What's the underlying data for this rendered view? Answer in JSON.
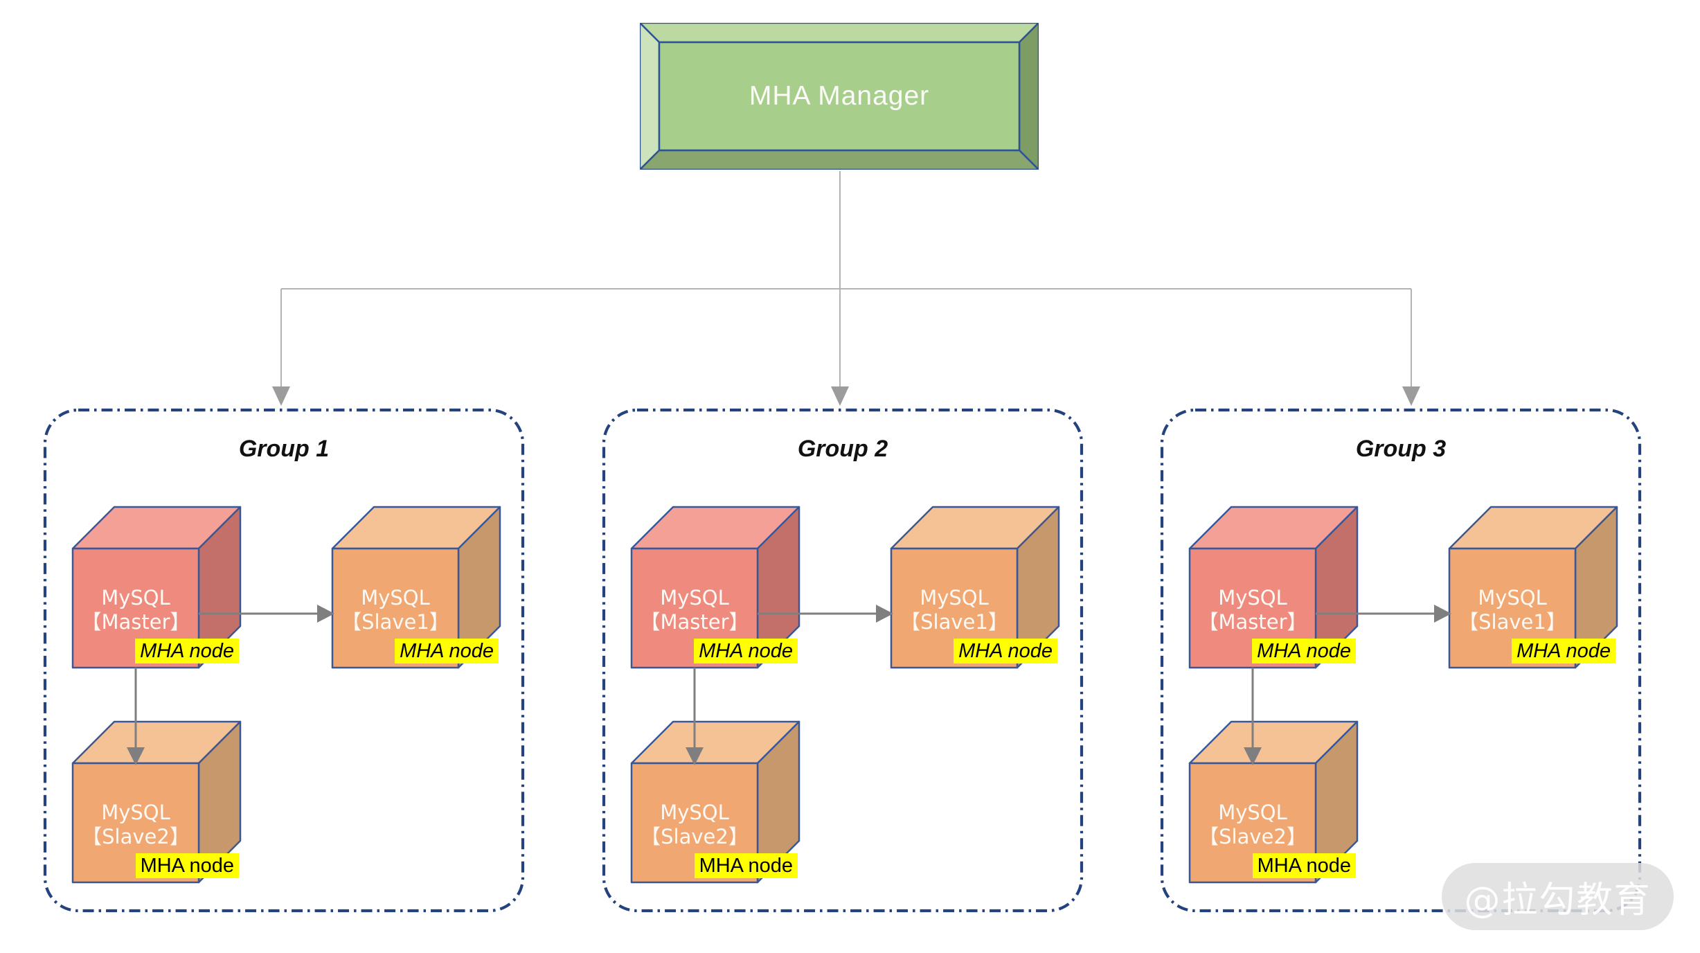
{
  "manager": {
    "label": "MHA Manager"
  },
  "watermark": {
    "text": "@拉勾教育"
  },
  "colors": {
    "manager_face": "#a8ce8c",
    "manager_bevel_top": "#bcd9a2",
    "manager_bevel_left": "#cde3bb",
    "manager_bevel_right": "#7e9d64",
    "manager_bevel_bottom": "#88a66e",
    "outline_navy": "#2e5394",
    "group_border": "#24427e",
    "master_front": "#ee8b7e",
    "master_top": "#f4a096",
    "master_side": "#c4706a",
    "slave_front": "#f0a772",
    "slave_top": "#f5c295",
    "slave_side": "#c6986b",
    "badge_bg": "#ffff00",
    "arrow_gray": "#7f7f7f",
    "connector_gray": "#b3b3b3"
  },
  "groups": [
    {
      "title": "Group 1",
      "nodes": {
        "master": {
          "line1": "MySQL",
          "line2": "【Master】",
          "badge": "MHA node"
        },
        "slave1": {
          "line1": "MySQL",
          "line2": "【Slave1】",
          "badge": "MHA node"
        },
        "slave2": {
          "line1": "MySQL",
          "line2": "【Slave2】",
          "badge": "MHA node"
        }
      }
    },
    {
      "title": "Group 2",
      "nodes": {
        "master": {
          "line1": "MySQL",
          "line2": "【Master】",
          "badge": "MHA node"
        },
        "slave1": {
          "line1": "MySQL",
          "line2": "【Slave1】",
          "badge": "MHA node"
        },
        "slave2": {
          "line1": "MySQL",
          "line2": "【Slave2】",
          "badge": "MHA node"
        }
      }
    },
    {
      "title": "Group 3",
      "nodes": {
        "master": {
          "line1": "MySQL",
          "line2": "【Master】",
          "badge": "MHA node"
        },
        "slave1": {
          "line1": "MySQL",
          "line2": "【Slave1】",
          "badge": "MHA node"
        },
        "slave2": {
          "line1": "MySQL",
          "line2": "【Slave2】",
          "badge": "MHA node"
        }
      }
    }
  ]
}
